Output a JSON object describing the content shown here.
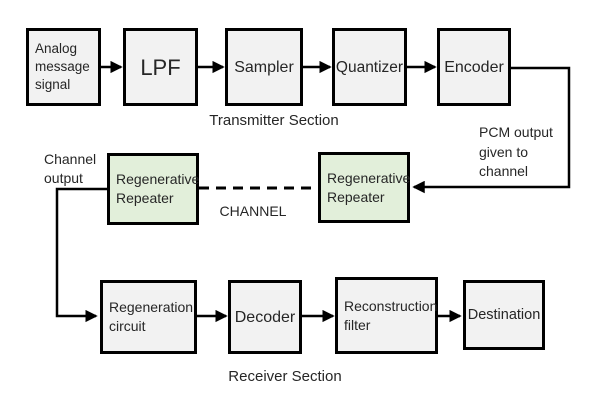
{
  "diagram": {
    "title": "PCM system block diagram",
    "colors": {
      "background": "#ffffff",
      "block_fill": "#f2f2f2",
      "repeater_fill": "#e2efda",
      "border": "#000000",
      "line": "#000000",
      "text": "#262626"
    },
    "transmitter": {
      "section_label": "Transmitter Section",
      "blocks": {
        "analog": "Analog message signal",
        "lpf": "LPF",
        "sampler": "Sampler",
        "quantizer": "Quantizer",
        "encoder": "Encoder"
      }
    },
    "channel": {
      "label": "CHANNEL",
      "repeater_left": "Regenerative Repeater",
      "repeater_right": "Regenerative Repeater",
      "pcm_note": "PCM output given to channel",
      "channel_output_note": "Channel output"
    },
    "receiver": {
      "section_label": "Receiver Section",
      "blocks": {
        "regeneration": "Regeneration circuit",
        "decoder": "Decoder",
        "reconstruction": "Reconstruction filter",
        "destination": "Destination"
      }
    }
  }
}
